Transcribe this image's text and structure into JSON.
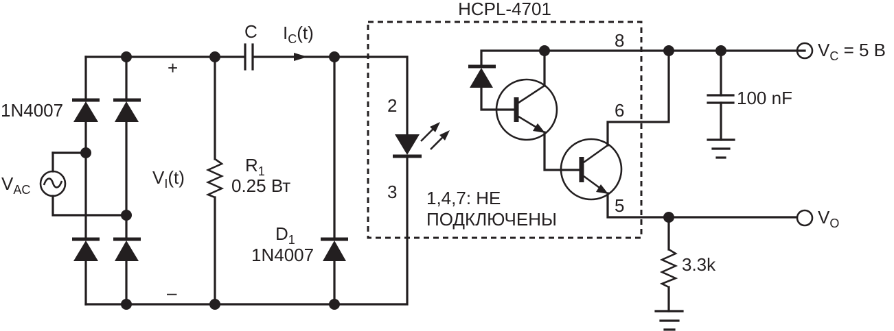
{
  "title": "HCPL-4701",
  "labels": {
    "bridge_diode": "1N4007",
    "vac": "V",
    "vac_sub": "AC",
    "plus": "+",
    "minus": "–",
    "vi": "V",
    "vi_sub": "I",
    "vi_suffix": "(t)",
    "cap": "C",
    "ic": "I",
    "ic_sub": "C",
    "ic_suffix": "(t)",
    "r1": "R",
    "r1_sub": "1",
    "r1_value": "0.25 Вт",
    "d1": "D",
    "d1_sub": "1",
    "d1_value": "1N4007",
    "pin2": "2",
    "pin3": "3",
    "pin8": "8",
    "pin6": "6",
    "pin5": "5",
    "nc_line1": "1,4,7: НЕ",
    "nc_line2": "ПОДКЛЮЧЕНЫ",
    "cap100": "100 nF",
    "vc": "V",
    "vc_sub": "C",
    "vc_suffix": " = 5 В",
    "r_load": "3.3k",
    "vo": "V",
    "vo_sub": "O"
  }
}
